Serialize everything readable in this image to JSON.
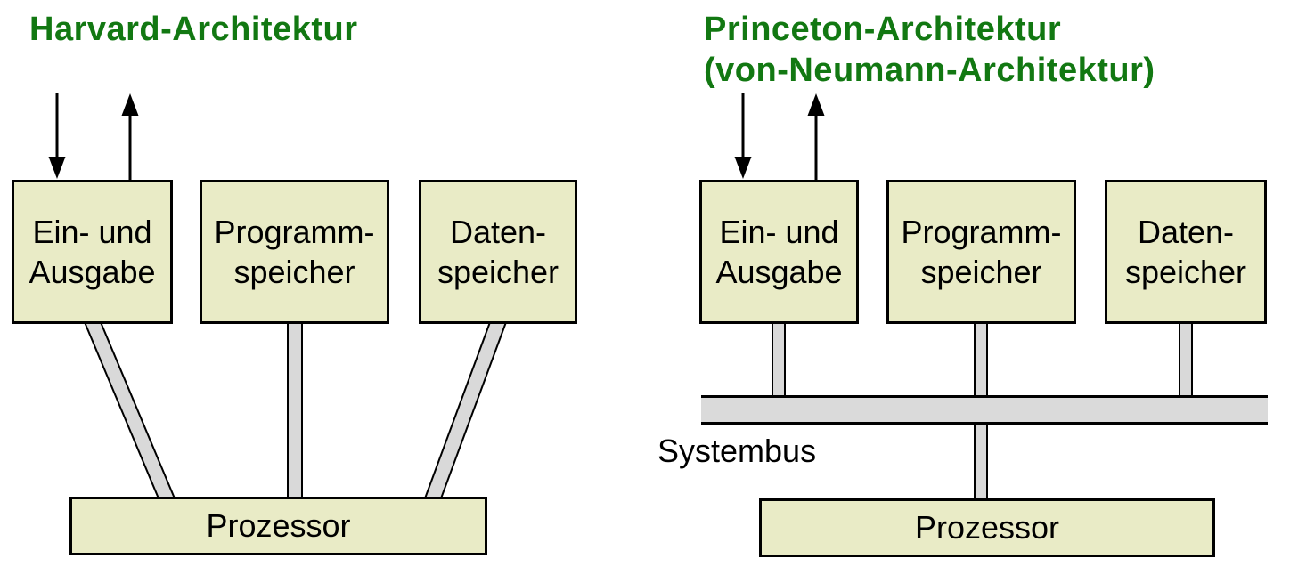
{
  "colors": {
    "box_fill": "#e9ebc6",
    "bar_fill": "#d9d9d9",
    "bus_fill": "#dadada",
    "title_green": "#127812",
    "box_border": "#000000"
  },
  "left_diagram": {
    "title": "Harvard-Architektur",
    "boxes": [
      {
        "label": "Ein- und\nAusgabe"
      },
      {
        "label": "Programm-\nspeicher"
      },
      {
        "label": "Daten-\nspeicher"
      }
    ],
    "processor_label": "Prozessor"
  },
  "right_diagram": {
    "title": "Princeton-Architektur\n(von-Neumann-Architektur)",
    "boxes": [
      {
        "label": "Ein- und\nAusgabe"
      },
      {
        "label": "Programm-\nspeicher"
      },
      {
        "label": "Daten-\nspeicher"
      }
    ],
    "bus_label": "Systembus",
    "processor_label": "Prozessor"
  }
}
